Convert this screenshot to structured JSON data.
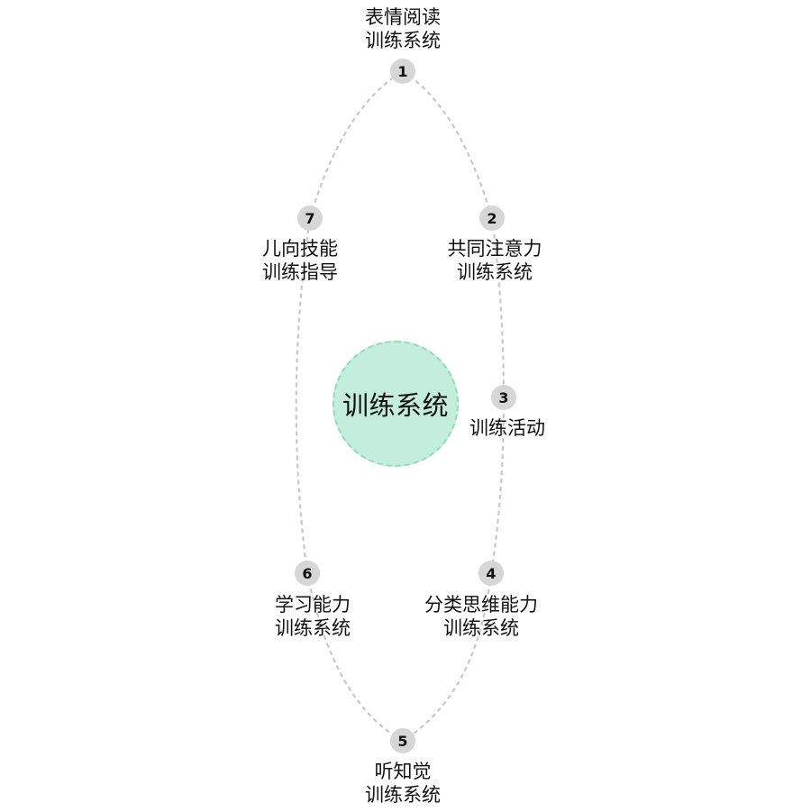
{
  "center": {
    "label": "训练系统"
  },
  "link_color": "#c8c8c8",
  "center_fill": "#c4eedc",
  "badge_color": "#d6d6d6",
  "nodes": [
    {
      "number": "1",
      "line1": "表情阅读",
      "line2": "训练系统"
    },
    {
      "number": "2",
      "line1": "共同注意力",
      "line2": "训练系统"
    },
    {
      "number": "3",
      "line1": "训练活动",
      "line2": ""
    },
    {
      "number": "4",
      "line1": "分类思维能力",
      "line2": "训练系统"
    },
    {
      "number": "5",
      "line1": "听知觉",
      "line2": "训练系统"
    },
    {
      "number": "6",
      "line1": "学习能力",
      "line2": "训练系统"
    },
    {
      "number": "7",
      "line1": "儿向技能",
      "line2": "训练指导"
    }
  ]
}
